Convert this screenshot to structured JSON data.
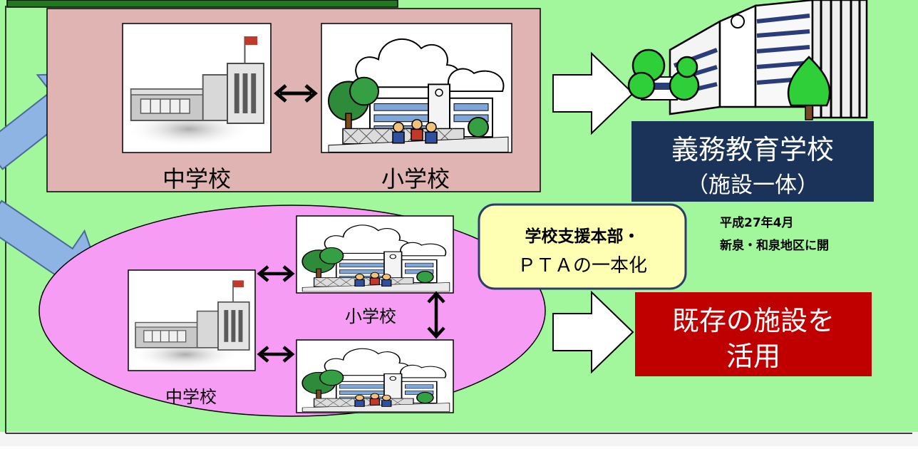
{
  "top_group": {
    "junior_high_label": "中学校",
    "elementary_label": "小学校"
  },
  "result_top": {
    "line1": "義務教育学校",
    "line2": "（施設一体）"
  },
  "note": {
    "line1": "平成27年4月",
    "line2": "新泉・和泉地区に開"
  },
  "support_box": {
    "line1": "学校支援本部・",
    "line2": "ＰＴＡの一本化"
  },
  "bottom_group": {
    "elementary_label": "小学校",
    "junior_high_label": "中学校"
  },
  "result_bottom": {
    "line1": "既存の施設を",
    "line2": "活用"
  },
  "colors": {
    "background": "#a2f79c",
    "top_panel": "#e1b4b4",
    "ellipse": "#f79cf5",
    "navy_box": "#1b3358",
    "red_box": "#c00000",
    "support_box": "#ffffb4",
    "arrow_blue": "#8eb4e3"
  }
}
